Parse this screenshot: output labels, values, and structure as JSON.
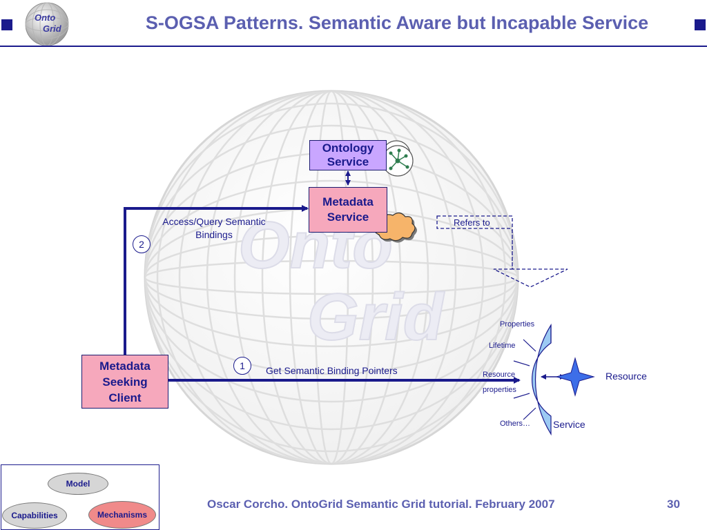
{
  "slide": {
    "title": "S-OGSA Patterns. Semantic Aware but Incapable Service",
    "logo_text": [
      "Onto",
      "Grid"
    ],
    "footer": "Oscar Corcho. OntoGrid Semantic Grid tutorial. February 2007",
    "page_number": "30"
  },
  "diagram": {
    "background_text": [
      "Onto",
      "Grid"
    ],
    "ontology_service": [
      "Ontology",
      "Service"
    ],
    "metadata_service": [
      "Metadata",
      "Service"
    ],
    "client": [
      "Metadata",
      "Seeking",
      "Client"
    ],
    "step1_number": "1",
    "step1_label": "Get Semantic Binding Pointers",
    "step2_number": "2",
    "step2_label": [
      "Access/Query Semantic",
      "Bindings"
    ],
    "refers_to": "Refers to",
    "service_parts": {
      "properties": "Properties",
      "lifetime": "Lifetime",
      "resource_properties": [
        "Resource",
        "properties"
      ],
      "others": "Others…"
    },
    "service_label": "Service",
    "resource_label": "Resource"
  },
  "legend": {
    "model": "Model",
    "capabilities": "Capabilities",
    "mechanisms": "Mechanisms"
  },
  "colors": {
    "title": "#5b5fb0",
    "arrow": "#1a1a8c",
    "ontology_fill": "#c9a6ff",
    "metadata_fill": "#f6a8bc",
    "service_fill": "#9ccaf3",
    "cloud_fill": "#f6b46a"
  }
}
